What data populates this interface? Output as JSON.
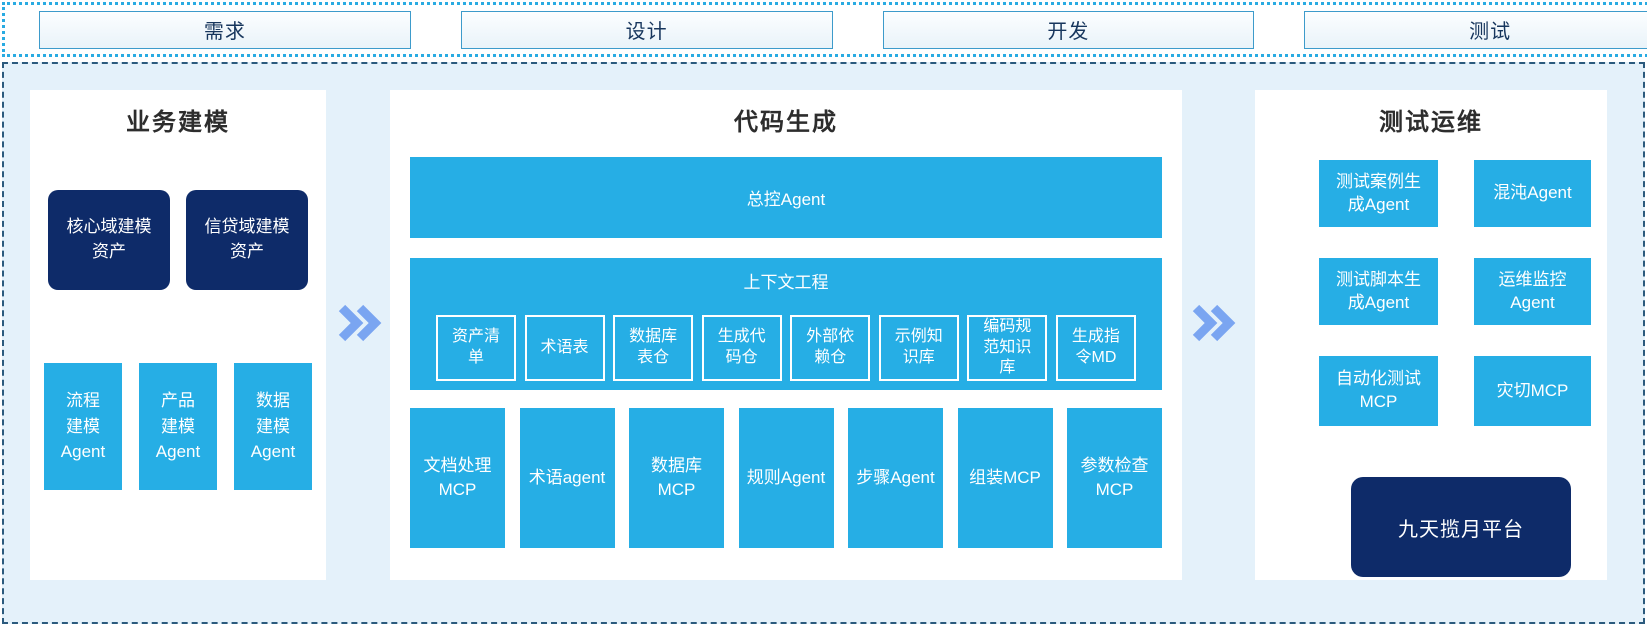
{
  "top_phases": [
    "需求",
    "设计",
    "开发",
    "测试"
  ],
  "left_panel": {
    "title": "业务建模",
    "assets": [
      "核心域建模\n资产",
      "信贷域建模\n资产"
    ],
    "agents": [
      "流程\n建模\nAgent",
      "产品\n建模\nAgent",
      "数据\n建模\nAgent"
    ]
  },
  "center_panel": {
    "title": "代码生成",
    "master_agent": "总控Agent",
    "context": {
      "title": "上下文工程",
      "items": [
        "资产清\n单",
        "术语表",
        "数据库\n表仓",
        "生成代\n码仓",
        "外部依\n赖仓",
        "示例知\n识库",
        "编码规\n范知识\n库",
        "生成指\n令MD"
      ]
    },
    "workers": [
      "文档处理\nMCP",
      "术语agent",
      "数据库\nMCP",
      "规则Agent",
      "步骤Agent",
      "组装MCP",
      "参数检查\nMCP"
    ]
  },
  "right_panel": {
    "title": "测试运维",
    "grid": [
      "测试案例生\n成Agent",
      "混沌Agent",
      "测试脚本生\n成Agent",
      "运维监控\nAgent",
      "自动化测试\nMCP",
      "灾切MCP"
    ],
    "platform": "九天揽月平台"
  },
  "colors": {
    "cyan": "#26aee5",
    "navy": "#0e2b69",
    "container_bg": "#e4f1fa",
    "strip_dotted_border": "#29abe2",
    "container_dashed_border": "#2b5a7d",
    "phase_box_border": "#3d9bcb",
    "phase_text": "#17365d",
    "chevron": "#7aa5f1"
  }
}
